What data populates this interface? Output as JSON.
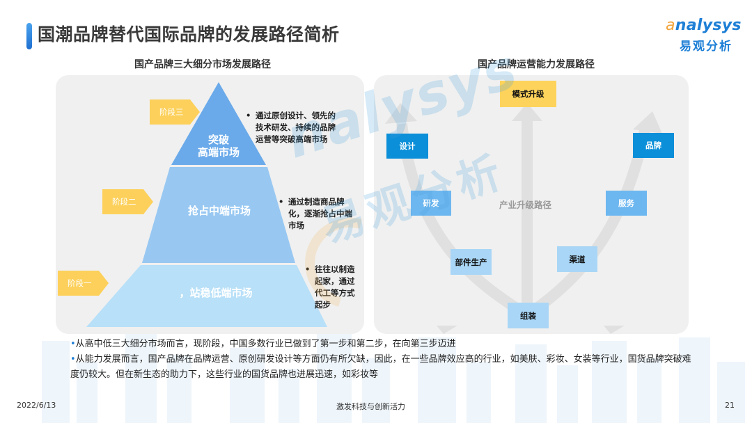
{
  "header": {
    "title": "国潮品牌替代国际品牌的发展路径简析",
    "accent_color": "#2a7fdc"
  },
  "logo": {
    "english_prefix": "a",
    "english_rest": "nalysys",
    "chinese": "易观分析"
  },
  "left_panel": {
    "title": "国产品牌三大细分市场发展路径",
    "tiers": [
      {
        "stage": "阶段三",
        "label_line1": "突破",
        "label_line2": "高端市场",
        "color": "#6aaaea",
        "description": "通过原创设计、领先的技术研发、持续的品牌运营等突破高端市场"
      },
      {
        "stage": "阶段二",
        "label_line1": "抢占中端市场",
        "color": "#98c8f2",
        "description": "通过制造商品牌化，逐渐抢占中端市场"
      },
      {
        "stage": "阶段一",
        "label_line1": "，站稳低端市场",
        "color": "#b8e0f8",
        "description": "往往以制造起家，通过代工等方式起步"
      }
    ],
    "bullet": "•",
    "stage_color": "#fcd05a"
  },
  "right_panel": {
    "title": "国产品牌运营能力发展路径",
    "center_label": "产业升级路径",
    "nodes": {
      "top": "模式升级",
      "design": "设计",
      "brand": "品牌",
      "rnd": "研发",
      "service": "服务",
      "parts": "部件生产",
      "channel": "渠道",
      "assembly": "组装"
    }
  },
  "notes": [
    {
      "bullet": "•",
      "text": "从高中低三大细分市场而言，现阶段，中国多数行业已做到了第一步和第二步，在向第三步迈进"
    },
    {
      "bullet": "•",
      "text": "从能力发展而言，国产品牌在品牌运营、原创研发设计等方面仍有所欠缺，因此，在一些品牌效应高的行业，如美肤、彩妆、女装等行业，国货品牌突破难度仍较大。但在新生态的助力下，这些行业的国货品牌也进展迅速，如彩妆等"
    }
  ],
  "watermark": {
    "english": "nalysys",
    "chinese": "易观分析"
  },
  "footer": {
    "date": "2022/6/13",
    "center": "激发科技与创新活力",
    "page": "21"
  }
}
